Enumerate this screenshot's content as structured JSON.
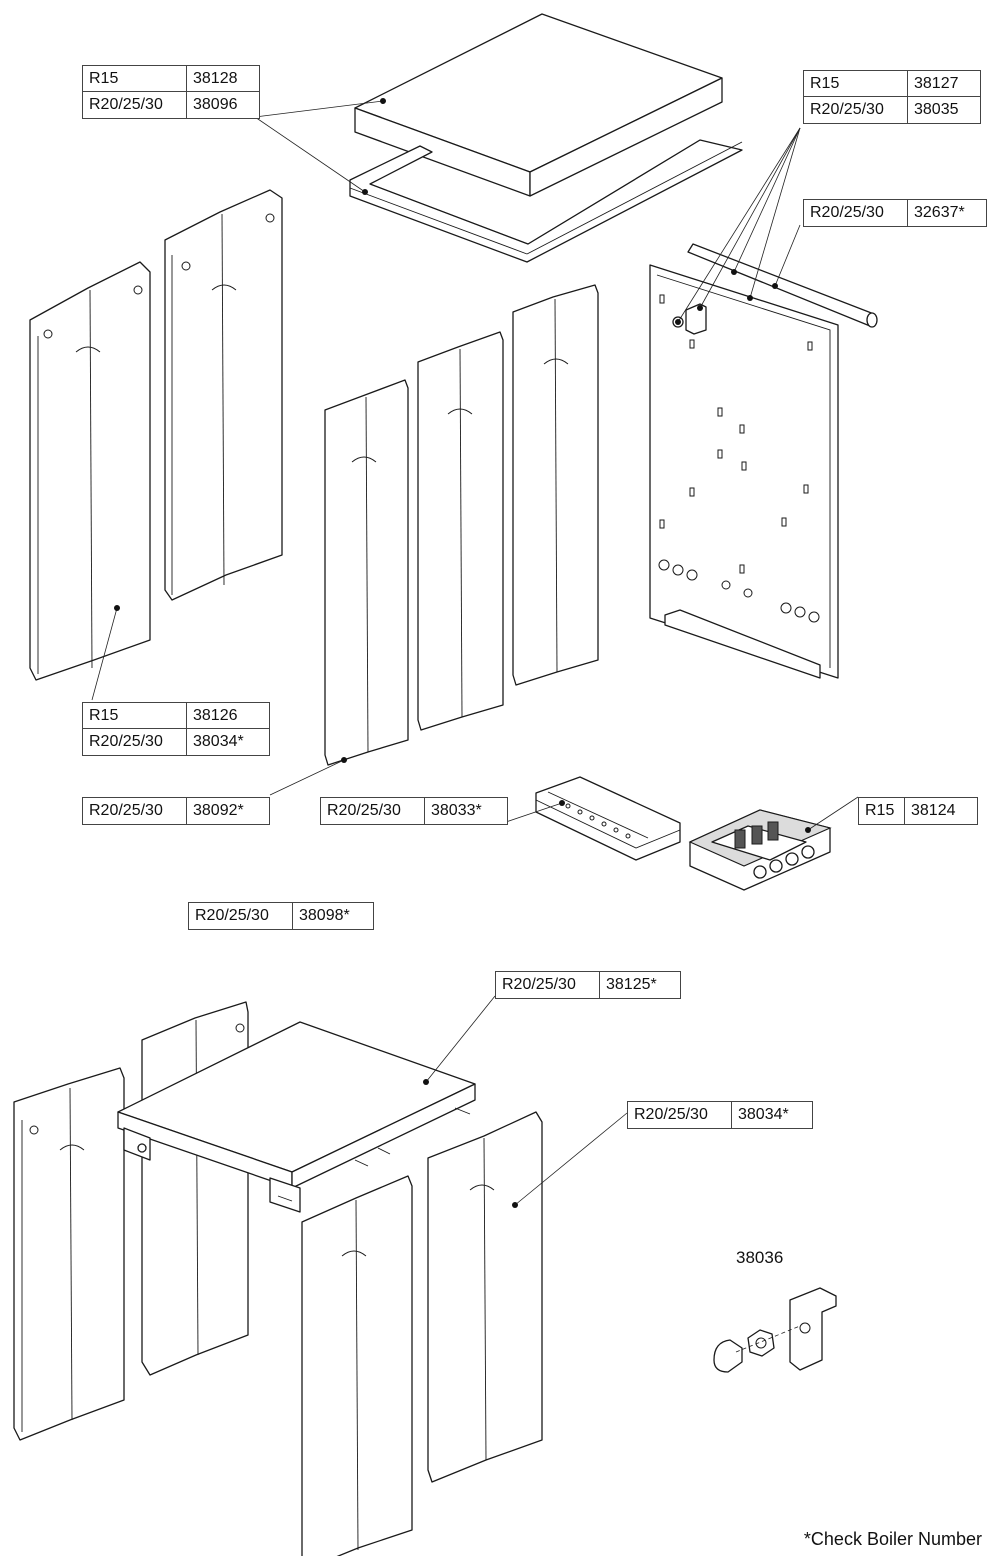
{
  "callouts": [
    {
      "id": "top-panel",
      "rows": [
        [
          "R15",
          "38128"
        ],
        [
          "R20/25/30",
          "38096"
        ]
      ]
    },
    {
      "id": "back-fittings",
      "rows": [
        [
          "R15",
          "38127"
        ],
        [
          "R20/25/30",
          "38035"
        ]
      ]
    },
    {
      "id": "rod",
      "rows": [
        [
          "R20/25/30",
          "32637*"
        ]
      ]
    },
    {
      "id": "side-panel-upper",
      "rows": [
        [
          "R15",
          "38126"
        ],
        [
          "R20/25/30",
          "38034*"
        ]
      ]
    },
    {
      "id": "front-panel-upper",
      "rows": [
        [
          "R20/25/30",
          "38092*"
        ]
      ]
    },
    {
      "id": "bottom-rail",
      "rows": [
        [
          "R20/25/30",
          "38033*"
        ]
      ]
    },
    {
      "id": "control-box",
      "rows": [
        [
          "R15",
          "38124"
        ]
      ]
    },
    {
      "id": "lower-assembly",
      "rows": [
        [
          "R20/25/30",
          "38098*"
        ]
      ]
    },
    {
      "id": "lower-top-panel",
      "rows": [
        [
          "R20/25/30",
          "38125*"
        ]
      ]
    },
    {
      "id": "lower-side-panel",
      "rows": [
        [
          "R20/25/30",
          "38034*"
        ]
      ]
    }
  ],
  "fixing_kit_label": "38036",
  "footnote": "*Check Boiler Number"
}
